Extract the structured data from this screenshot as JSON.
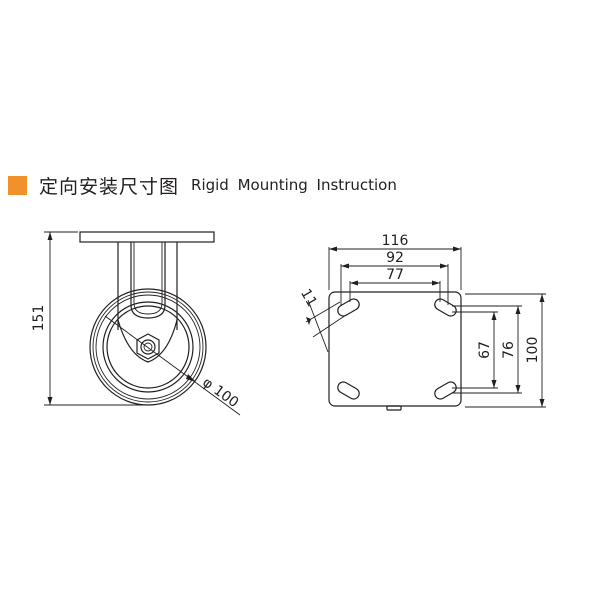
{
  "header": {
    "marker_color": "#f0912a",
    "title_cn": "定向安装尺寸图",
    "title_en": "Rigid Mounting Instruction"
  },
  "side_view": {
    "height_dim": "151",
    "wheel_diameter_dim": "φ 100"
  },
  "plate_view": {
    "width_outer": "116",
    "hole_span_outer": "92",
    "hole_span_inner": "77",
    "slot_width": "11",
    "height_inner": "67",
    "height_mid": "76",
    "height_outer": "100"
  }
}
